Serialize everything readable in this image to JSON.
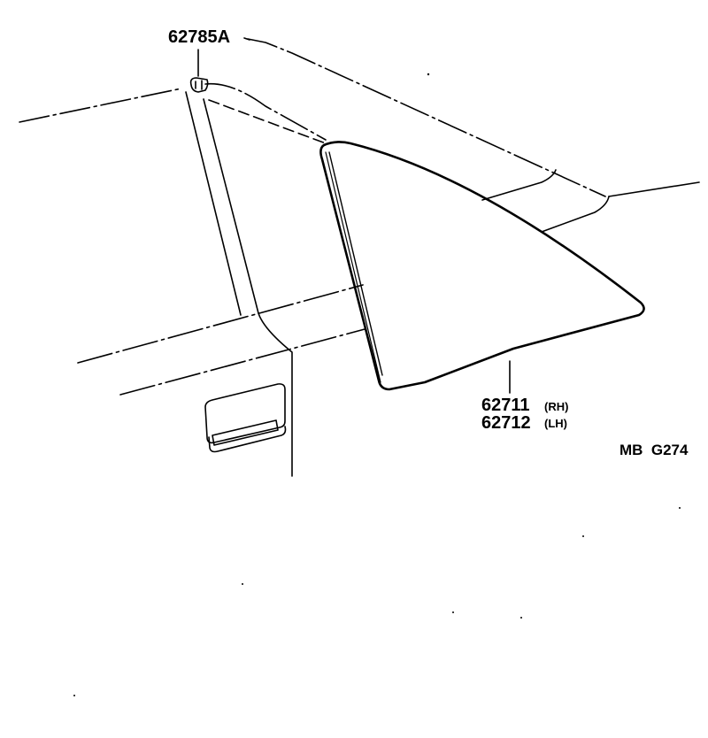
{
  "callouts": {
    "clip_part": "62785A",
    "glass_rh_part": "62711",
    "glass_rh_side": "(RH)",
    "glass_lh_part": "62712",
    "glass_lh_side": "(LH)"
  },
  "figure_code": "MB  G274",
  "colors": {
    "line": "#000000",
    "background": "#ffffff"
  }
}
